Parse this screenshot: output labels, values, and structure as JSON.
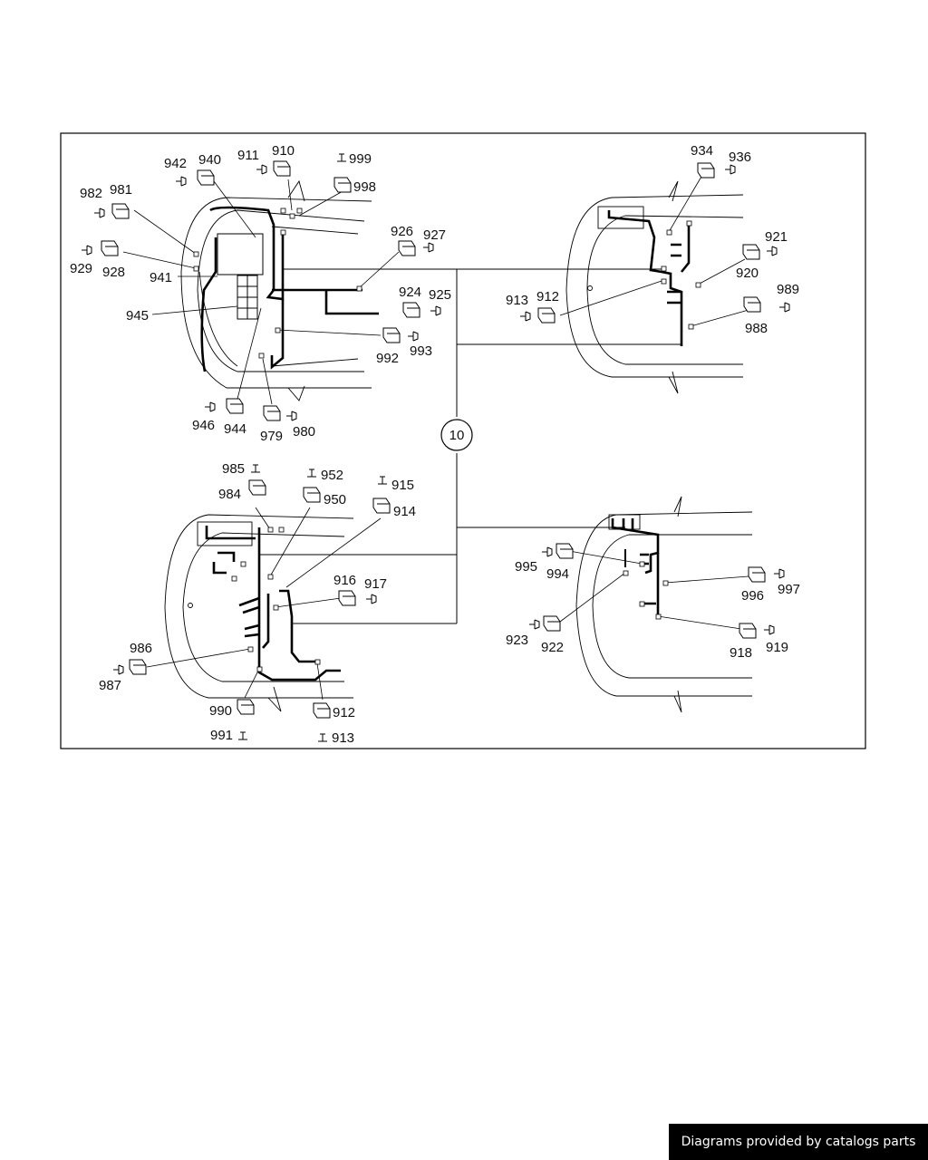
{
  "hub_label": "10",
  "footer": {
    "text": "Diagrams provided by catalogs parts"
  },
  "diagram": {
    "callouts": [
      "942",
      "940",
      "911",
      "910",
      "999",
      "998",
      "982",
      "981",
      "929",
      "928",
      "941",
      "945",
      "926",
      "927",
      "924",
      "925",
      "992",
      "993",
      "946",
      "944",
      "979",
      "980",
      "934",
      "936",
      "921",
      "920",
      "913",
      "912",
      "989",
      "988",
      "985",
      "984",
      "952",
      "950",
      "915",
      "914",
      "916",
      "917",
      "986",
      "987",
      "990",
      "991",
      "912",
      "913",
      "995",
      "994",
      "996",
      "997",
      "923",
      "922",
      "918",
      "919"
    ]
  }
}
